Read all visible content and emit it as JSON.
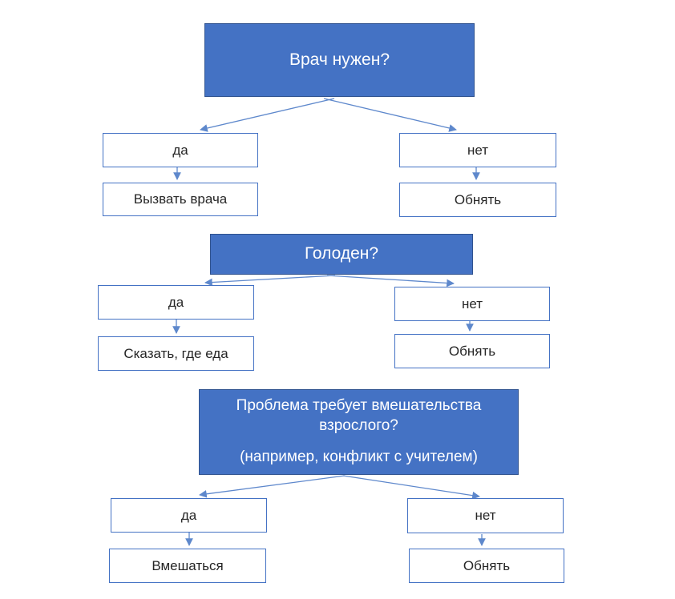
{
  "diagram": {
    "colors": {
      "question_fill": "#4472C4",
      "question_border": "#2F528F",
      "answer_border": "#4472C4",
      "arrow": "#5E88CC",
      "question_text": "#FFFFFF",
      "answer_text": "#262626"
    },
    "trees": [
      {
        "question": "Врач нужен?",
        "yes_label": "да",
        "yes_action": "Вызвать врача",
        "no_label": "нет",
        "no_action": "Обнять"
      },
      {
        "question": "Голоден?",
        "yes_label": "да",
        "yes_action": "Сказать, где еда",
        "no_label": "нет",
        "no_action": "Обнять"
      },
      {
        "question": "Проблема требует вмешательства взрослого?",
        "question_note": "(например, конфликт с учителем)",
        "yes_label": "да",
        "yes_action": "Вмешаться",
        "no_label": "нет",
        "no_action": "Обнять"
      }
    ]
  }
}
